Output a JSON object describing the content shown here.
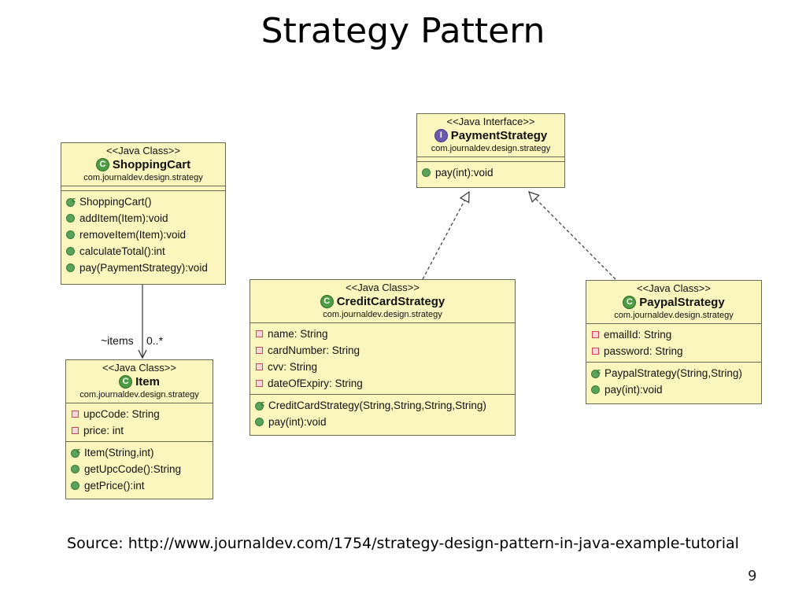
{
  "title": "Strategy Pattern",
  "source": "Source: http://www.journaldev.com/1754/strategy-design-pattern-in-java-example-tutorial",
  "page_number": "9",
  "association": {
    "role": "~items",
    "multiplicity": "0..*"
  },
  "icons": {
    "class": "class-icon",
    "interface": "interface-icon",
    "method": "public-method-icon",
    "field": "private-field-icon",
    "constructor": "constructor-icon"
  },
  "colors": {
    "box_fill": "#fbf6bd",
    "box_border": "#6b6b55",
    "class_icon": "#4d9d43",
    "interface_icon": "#6a5bb0",
    "field_icon": "#cc4455"
  },
  "payment_strategy": {
    "stereotype": "<<Java Interface>>",
    "name": "PaymentStrategy",
    "package": "com.journaldev.design.strategy",
    "methods": [
      "pay(int):void"
    ]
  },
  "shopping_cart": {
    "stereotype": "<<Java Class>>",
    "name": "ShoppingCart",
    "package": "com.journaldev.design.strategy",
    "constructor": "ShoppingCart()",
    "methods": [
      "addItem(Item):void",
      "removeItem(Item):void",
      "calculateTotal():int",
      "pay(PaymentStrategy):void"
    ]
  },
  "item": {
    "stereotype": "<<Java Class>>",
    "name": "Item",
    "package": "com.journaldev.design.strategy",
    "fields": [
      "upcCode: String",
      "price: int"
    ],
    "constructor": "Item(String,int)",
    "methods": [
      "getUpcCode():String",
      "getPrice():int"
    ]
  },
  "credit_card_strategy": {
    "stereotype": "<<Java Class>>",
    "name": "CreditCardStrategy",
    "package": "com.journaldev.design.strategy",
    "fields": [
      "name: String",
      "cardNumber: String",
      "cvv: String",
      "dateOfExpiry: String"
    ],
    "constructor": "CreditCardStrategy(String,String,String,String)",
    "methods": [
      "pay(int):void"
    ]
  },
  "paypal_strategy": {
    "stereotype": "<<Java Class>>",
    "name": "PaypalStrategy",
    "package": "com.journaldev.design.strategy",
    "fields": [
      "emailId: String",
      "password: String"
    ],
    "constructor": "PaypalStrategy(String,String)",
    "methods": [
      "pay(int):void"
    ]
  }
}
